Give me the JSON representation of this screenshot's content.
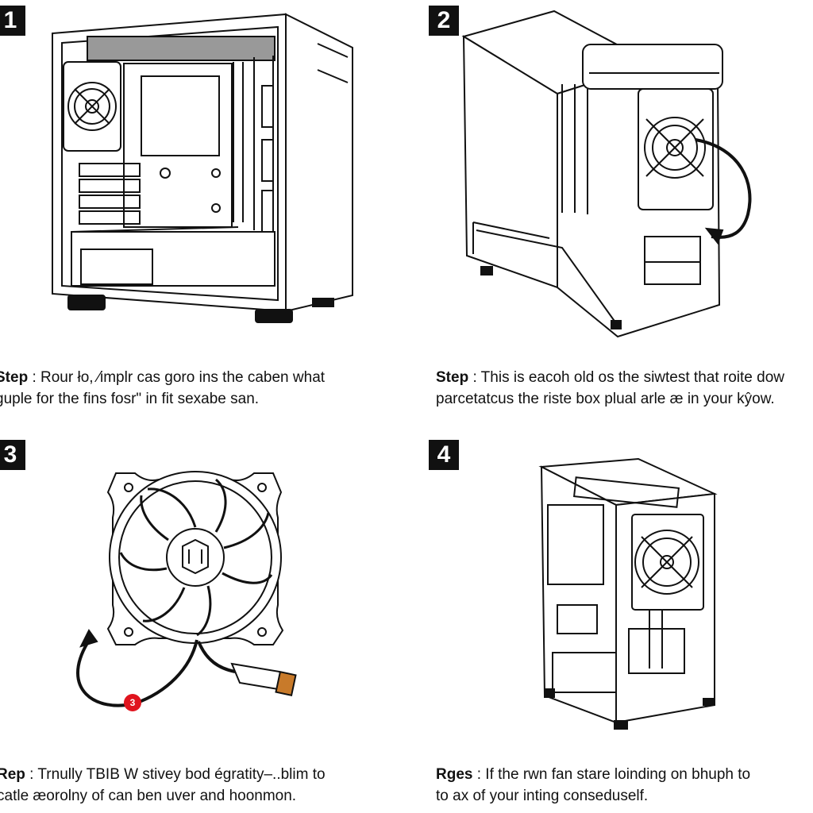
{
  "steps": [
    {
      "number": "1",
      "label": "Step",
      "line1": " : Rour ło, ∕implr cas goro ins the caben what",
      "line2": "guple for the fins fosr\" in fit sexabe san."
    },
    {
      "number": "2",
      "label": "Step",
      "line1": " : This is eacoh old os the siwtest that roite dow",
      "line2": "parcetatcus the riste box plual arle æ in your kŷow."
    },
    {
      "number": "3",
      "label": "Rep",
      "line1": " : Trnully TBIB W stivey bod égratity–..blim to",
      "line2": "catle æorolny of can ben uver and hoonmon."
    },
    {
      "number": "4",
      "label": "Rges",
      "line1": " : If the rwn fan stare loinding on bhuph to",
      "line2": "to ax of your inting conseduself."
    }
  ],
  "connector_marker": "3",
  "colors": {
    "ink": "#111111",
    "marker": "#e0141e",
    "background": "#ffffff"
  }
}
